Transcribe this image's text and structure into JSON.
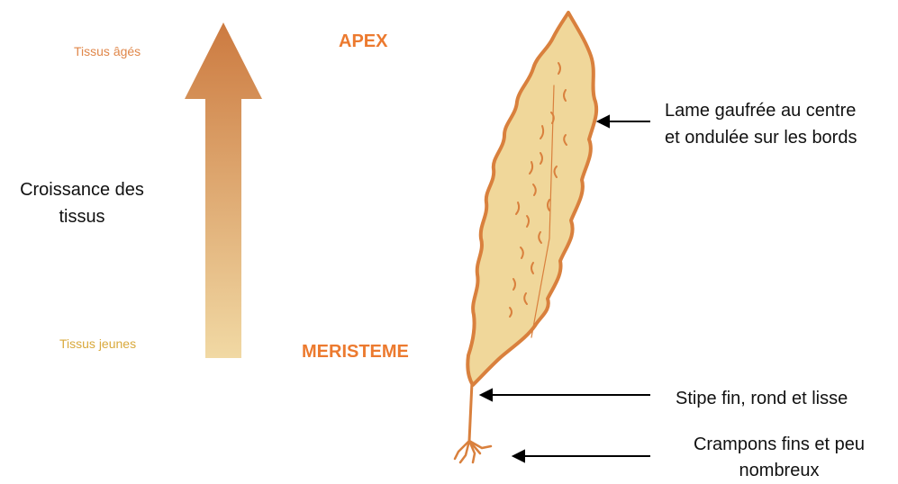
{
  "diagram": {
    "age_labels": {
      "old": "Tissus âgés",
      "young": "Tissus jeunes"
    },
    "growth_label_lines": [
      "Croissance des",
      "tissus"
    ],
    "apex_label": "APEX",
    "meristeme_label": "MERISTEME",
    "annotations": {
      "lame": [
        "Lame gaufrée au centre",
        "et ondulée sur les bords"
      ],
      "stipe": "Stipe fin, rond et lisse",
      "crampons": [
        "Crampons fins et peu",
        "nombreux"
      ]
    },
    "colors": {
      "arrow_top": "#cc7a40",
      "arrow_bottom": "#f1d9a4",
      "blade_fill": "#f0d79a",
      "blade_stroke": "#d9803d",
      "label_orange": "#ec7a2f"
    }
  }
}
